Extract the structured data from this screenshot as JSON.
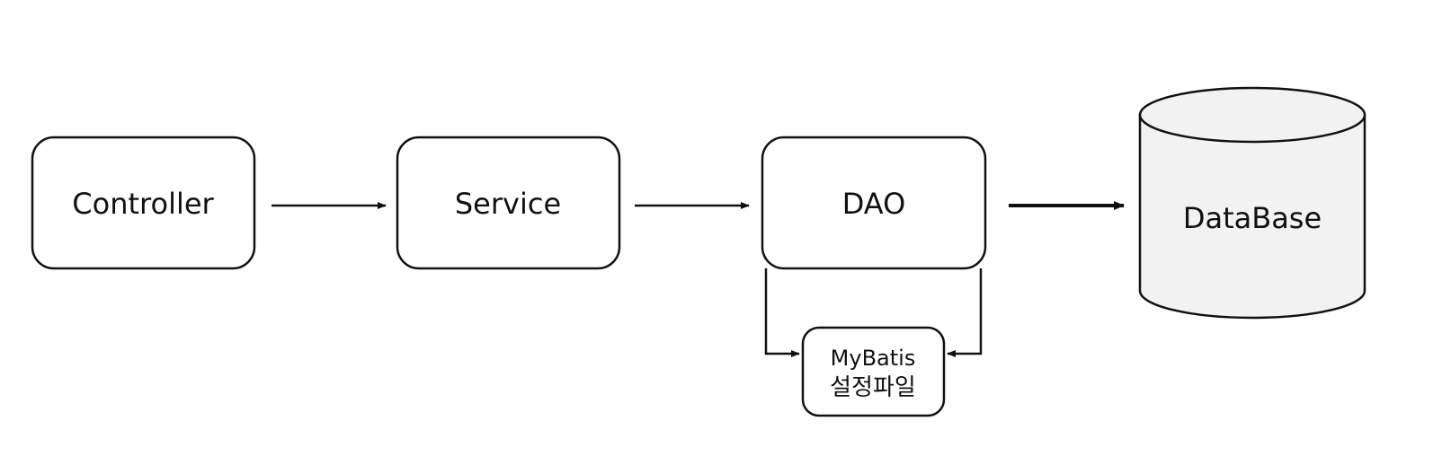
{
  "nodes": {
    "controller": {
      "label": "Controller"
    },
    "service": {
      "label": "Service"
    },
    "dao": {
      "label": "DAO"
    },
    "mybatis": {
      "line1": "MyBatis",
      "line2": "설정파일"
    },
    "database": {
      "label": "DataBase"
    }
  },
  "colors": {
    "stroke": "#111111",
    "database_fill": "#f2f2f2",
    "box_fill": "#ffffff"
  }
}
